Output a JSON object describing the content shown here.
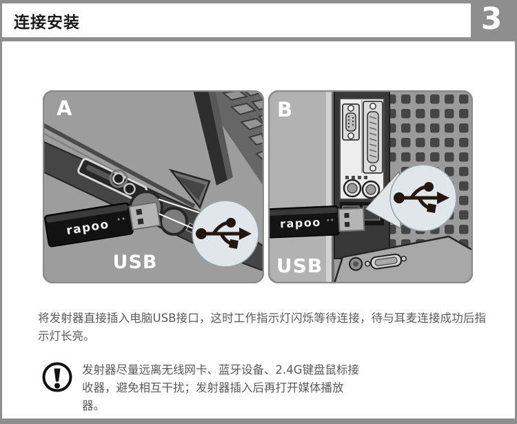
{
  "page": {
    "title": "连接安装",
    "page_number": "3"
  },
  "figure": {
    "panel_a": {
      "label": "A",
      "usb_label": "USB",
      "brand": "rapoo"
    },
    "panel_b": {
      "label": "B",
      "usb_label": "USB",
      "brand": "rapoo"
    }
  },
  "body": {
    "paragraph": "将发射器直接插入电脑USB接口，这时工作指示灯闪烁等待连接，待与耳麦连接成功后指示灯长亮。",
    "note": "发射器尽量远离无线网卡、蓝牙设备、2.4G键盘鼠标接收器，避免相互干扰；发射器插入后再打开媒体播放器。"
  },
  "colors": {
    "page_frame": "#8e8e8e",
    "panel_fill": "#9d9d9d",
    "magnifier_fill": "#e0e6e9",
    "usb_symbol": "#241712",
    "body_text": "#5a5a5a"
  }
}
